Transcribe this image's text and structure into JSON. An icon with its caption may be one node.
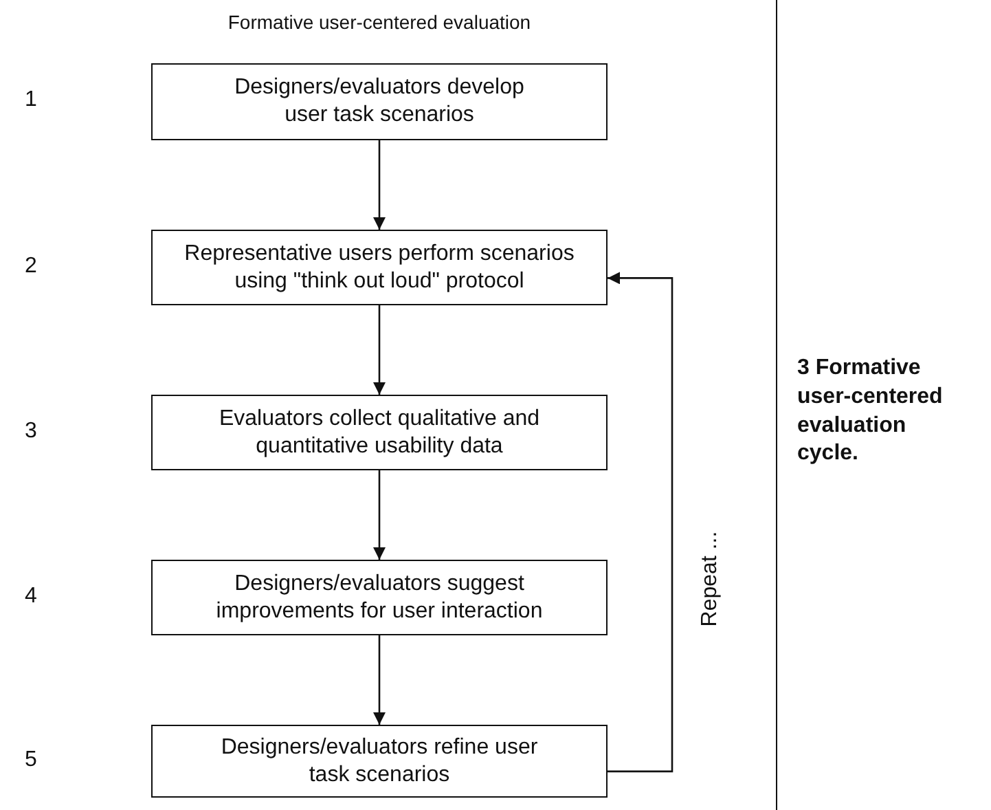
{
  "diagram": {
    "title": "Formative user-centered evaluation",
    "caption": "3 Formative user-centered evaluation cycle.",
    "nodes": [
      {
        "text": [
          "Designers/evaluators develop user task scenarios"
        ]
      },
      {
        "text": [
          "Representative users perform scenarios using \"think out loud\" protocol"
        ]
      },
      {
        "text": [
          "Evaluators collect qualitative and quantitative usability data"
        ]
      },
      {
        "text": [
          "Designers/evaluators suggest improvements for user interaction"
        ]
      },
      {
        "text": [
          "Designers/evaluators refine user task scenarios"
        ]
      }
    ],
    "labels": [
      "1",
      "2",
      "3",
      "4",
      "5"
    ],
    "edges": [
      {
        "from": 0,
        "to": 1,
        "arrow": "to"
      },
      {
        "from": 1,
        "to": 2,
        "arrow": "to"
      },
      {
        "from": 2,
        "to": 3,
        "arrow": "to"
      },
      {
        "from": 3,
        "to": 4,
        "arrow": "to"
      },
      {
        "from": 4,
        "to": 1,
        "arrow": "to",
        "label": "Repeat ..."
      }
    ]
  }
}
